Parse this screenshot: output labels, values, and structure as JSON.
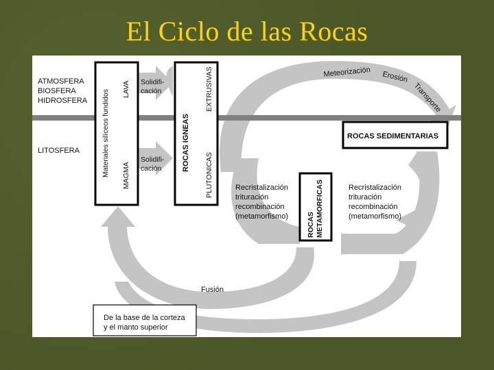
{
  "title": "El Ciclo de las Rocas",
  "colors": {
    "background": "#4b5728",
    "title": "#ffd700",
    "arrow": "#c4c4c4",
    "band": "#808080"
  },
  "layers": {
    "atmosfera": "ATMOSFERA",
    "biosfera": "BIOSFERA",
    "hidrosfera": "HIDROSFERA",
    "litosfera": "LITOSFERA"
  },
  "materiales": "Materiales silíceos fundidos",
  "lava": "LAVA",
  "magma": "MAGMA",
  "solidificacion": [
    "Solidifi-",
    "cación"
  ],
  "rocas_igneas": "ROCAS IGNEAS",
  "extrusivas": "EXTRUSIVAS",
  "plutonicas": "PLUTONICAS",
  "rocas_metamorficas": [
    "ROCAS",
    "METAMORFICAS"
  ],
  "rocas_sedimentarias": "ROCAS SEDIMENTARIAS",
  "meteorizacion": "Meteorización",
  "erosion": "Erosión",
  "transporte": "Transporte",
  "recristalizacion": [
    "Recristalización",
    "trituración",
    "recombinación",
    "(metamorfismo)"
  ],
  "fusion": "Fusión",
  "base": [
    "De la base de la corteza",
    "y el manto superior"
  ]
}
